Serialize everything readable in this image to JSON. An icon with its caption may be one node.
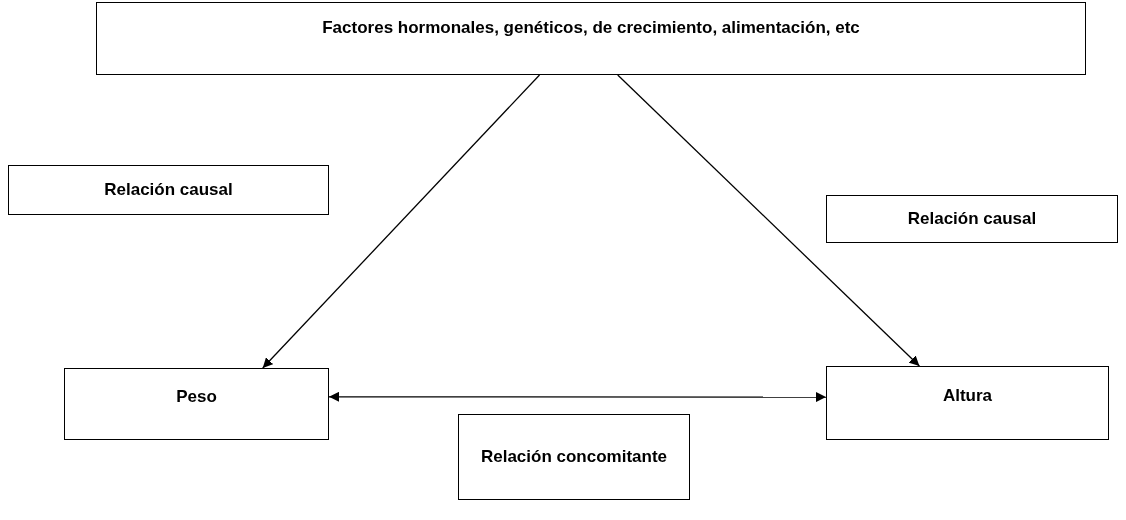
{
  "diagram": {
    "nodes": [
      {
        "text": [
          "Factores hormonales, genéticos, de crecimiento, alimentación, etc"
        ]
      },
      {
        "text": [
          "Relación causal"
        ]
      },
      {
        "text": [
          "Relación causal"
        ]
      },
      {
        "text": [
          "Peso"
        ]
      },
      {
        "text": [
          "Altura"
        ]
      },
      {
        "text": [
          "Relación concomitante"
        ]
      }
    ],
    "edges": [
      {
        "from": 0,
        "to": 3,
        "arrow": "to"
      },
      {
        "from": 0,
        "to": 4,
        "arrow": "to"
      },
      {
        "from": 3,
        "to": 4,
        "arrow": "both"
      }
    ]
  }
}
